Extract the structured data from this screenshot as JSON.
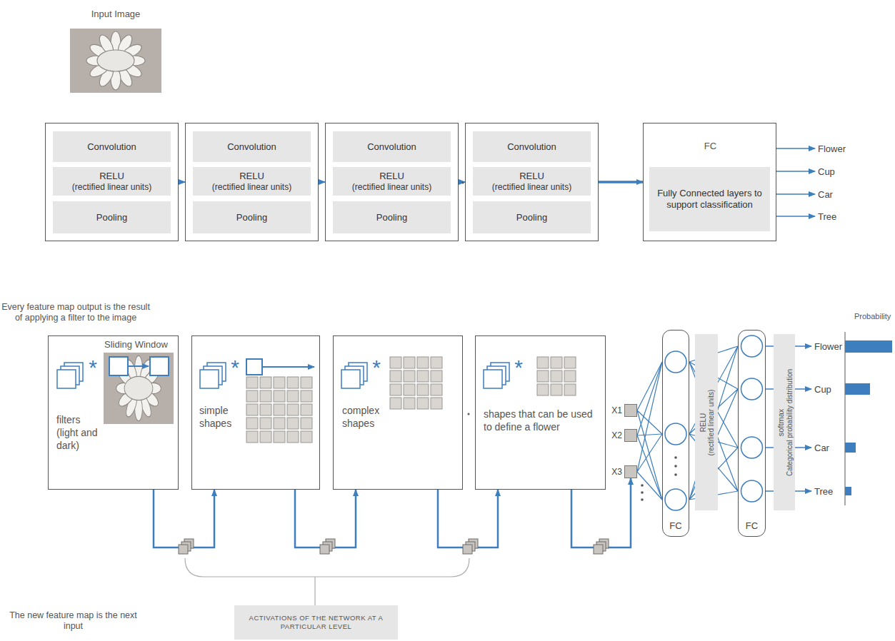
{
  "diagram": {
    "nodes": [
      {
        "text": []
      },
      {
        "text": [
          "Convolution"
        ],
        "in": 0
      },
      {
        "text": [
          "RELU",
          "(rectified linear units)"
        ],
        "in": 0
      },
      {
        "text": [
          "Pooling"
        ],
        "in": 0
      },
      {
        "text": []
      },
      {
        "text": [
          "Convolution"
        ],
        "in": 4
      },
      {
        "text": [
          "RELU",
          "(rectified linear units)"
        ],
        "in": 4
      },
      {
        "text": [
          "Pooling"
        ],
        "in": 4
      },
      {
        "text": []
      },
      {
        "text": [
          "Convolution"
        ],
        "in": 8
      },
      {
        "text": [
          "RELU",
          "(rectified linear units)"
        ],
        "in": 8
      },
      {
        "text": [
          "Pooling"
        ],
        "in": 8
      },
      {
        "text": []
      },
      {
        "text": [
          "Convolution"
        ],
        "in": 12
      },
      {
        "text": [
          "RELU",
          "(rectified linear units)"
        ],
        "in": 12
      },
      {
        "text": [
          "Pooling"
        ],
        "in": 12
      },
      {
        "text": [
          "FC"
        ]
      },
      {
        "text": [
          "Fully Connected layers to support classification"
        ],
        "in": 16
      },
      {
        "text": [
          "Flower"
        ]
      },
      {
        "text": [
          "Cup"
        ]
      },
      {
        "text": [
          "Car"
        ]
      },
      {
        "text": [
          "Tree"
        ]
      },
      {
        "text": [
          "Sliding Window",
          "filters (light and dark)"
        ]
      },
      {
        "text": [
          "simple shapes"
        ]
      },
      {
        "text": [
          "complex shapes"
        ]
      },
      {
        "text": [
          "shapes that can be used to define a flower"
        ]
      },
      {
        "text": [
          "X1"
        ]
      },
      {
        "text": [
          "X2"
        ]
      },
      {
        "text": [
          "X3"
        ]
      },
      {
        "text": [
          "FC"
        ]
      },
      {
        "text": [
          "RELU",
          "(rectified linear units)"
        ]
      },
      {
        "text": [
          "FC"
        ]
      },
      {
        "text": [
          "softmax",
          "Categorical probability distribution"
        ]
      },
      {
        "text": [
          "Flower"
        ]
      },
      {
        "text": [
          "Cup"
        ]
      },
      {
        "text": [
          "Car"
        ]
      },
      {
        "text": [
          "Tree"
        ]
      },
      {
        "text": [
          "ACTIVATIONS OF THE NETWORK AT A PARTICULAR LEVEL"
        ]
      }
    ],
    "edges": [
      {
        "from": 0,
        "to": 4,
        "arrow": "to"
      },
      {
        "from": 4,
        "to": 8,
        "arrow": "to"
      },
      {
        "from": 8,
        "to": 12,
        "arrow": "to"
      },
      {
        "from": 12,
        "to": 16,
        "arrow": "to"
      },
      {
        "from": 16,
        "to": 18,
        "arrow": "to"
      },
      {
        "from": 16,
        "to": 19,
        "arrow": "to"
      },
      {
        "from": 16,
        "to": 20,
        "arrow": "to"
      },
      {
        "from": 16,
        "to": 21,
        "arrow": "to"
      },
      {
        "from": 22,
        "to": 23,
        "arrow": "to"
      },
      {
        "from": 23,
        "to": 24,
        "arrow": "to"
      },
      {
        "from": 24,
        "to": 25,
        "arrow": "to"
      },
      {
        "from": 25,
        "to": 28,
        "arrow": "to"
      },
      {
        "from": 26,
        "to": 29,
        "arrow": "none"
      },
      {
        "from": 27,
        "to": 29,
        "arrow": "none"
      },
      {
        "from": 28,
        "to": 29,
        "arrow": "none"
      },
      {
        "from": 29,
        "to": 31,
        "arrow": "none"
      },
      {
        "from": 31,
        "to": 33,
        "arrow": "to"
      },
      {
        "from": 31,
        "to": 34,
        "arrow": "to"
      },
      {
        "from": 31,
        "to": 35,
        "arrow": "to"
      },
      {
        "from": 31,
        "to": 36,
        "arrow": "to"
      }
    ],
    "labels": [
      "Input Image",
      "Every feature map output is the result of applying a filter to the image",
      "The new feature map is the next input",
      "Probability",
      "*",
      "*",
      "*",
      "*"
    ]
  }
}
